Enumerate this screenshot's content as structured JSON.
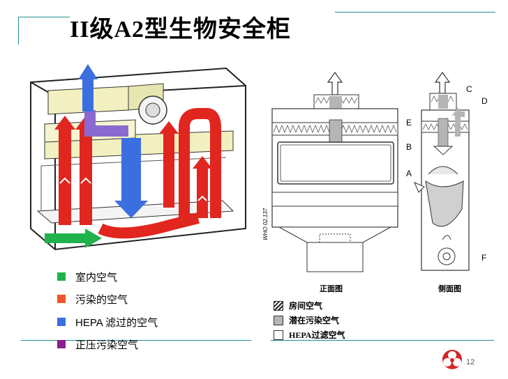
{
  "title": "II级A2型生物安全柜",
  "legend": [
    {
      "label": "室内空气",
      "color": "#22b24c"
    },
    {
      "label": "污染的空气",
      "color": "#f0542a"
    },
    {
      "label": "HEPA 滤过的空气",
      "color": "#3b6fe0"
    },
    {
      "label": "正压污染空气",
      "color": "#8a1d8f"
    }
  ],
  "diagram": {
    "front_view_label": "正面图",
    "side_view_label": "侧面图",
    "who_code": "WHO 02.137",
    "side_letters": [
      "C",
      "D",
      "E",
      "B",
      "A",
      "F"
    ]
  },
  "key": [
    {
      "label": "房间空气",
      "pattern": "hatched"
    },
    {
      "label": "潜在污染空气",
      "pattern": "grey"
    },
    {
      "label": "HEPA过滤空气",
      "pattern": "white"
    }
  ],
  "page_number": "12",
  "colors": {
    "accent_line": "#1f8d8d",
    "contaminated_red": "#e0261f",
    "hepa_blue": "#3b6fe0",
    "purple": "#8a6ad1",
    "filter_yellow": "#f2f0c0"
  }
}
